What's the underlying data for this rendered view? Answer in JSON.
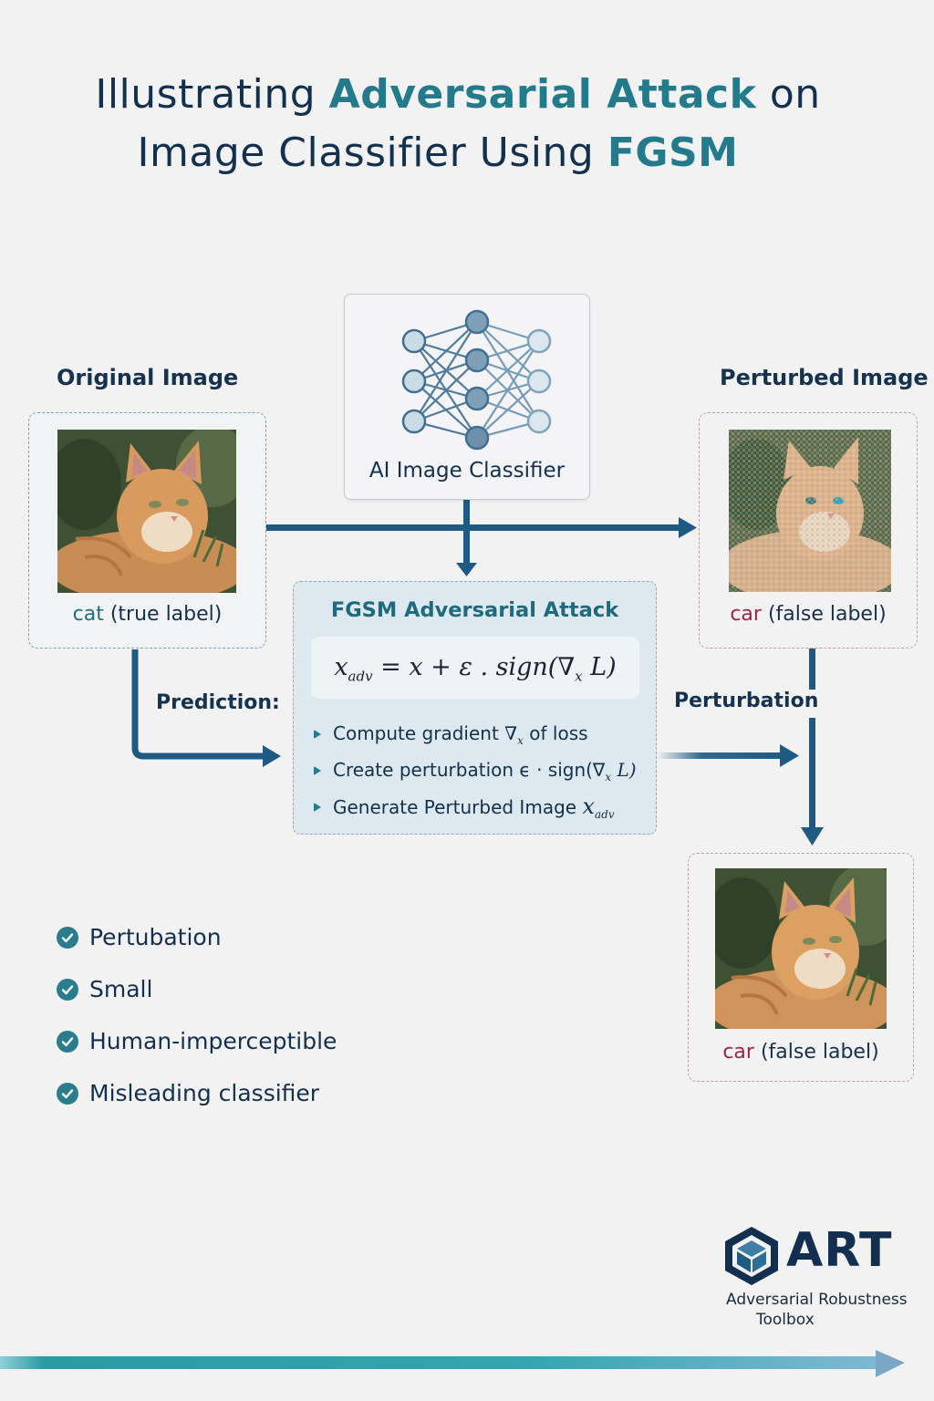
{
  "title": {
    "line1_part1": "Illustrating ",
    "line1_highlight": "Adversarial Attack",
    "line1_part2": " on",
    "line2_part1": "Image Classifier Using ",
    "line2_highlight": "FGSM"
  },
  "original": {
    "heading": "Original Image",
    "label_class": "cat",
    "label_suffix": " (true label)"
  },
  "classifier": {
    "label": "AI Image Classifier",
    "icon": "neural-network-icon"
  },
  "perturbed": {
    "heading": "Perturbed Image",
    "label_class": "car",
    "label_suffix": " (false label)"
  },
  "result": {
    "label_class": "car",
    "label_suffix": " (false label)"
  },
  "fgsm": {
    "title": "FGSM Adversarial Attack",
    "formula": {
      "lhs": "x",
      "lhs_sub": "adv",
      "rhs_pre": " = x + ε . sign(∇",
      "rhs_sub": "x",
      "rhs_post": " L)"
    },
    "steps": [
      {
        "text": "Compute gradient ",
        "math": "∇",
        "sub": "x",
        "tail": " of loss"
      },
      {
        "text": "Create perturbation ",
        "math": "ϵ · sign(∇",
        "sub": "x",
        "tail": " L)"
      },
      {
        "text": "Generate Perturbed Image ",
        "math": "x",
        "sub": "adv",
        "tail": ""
      }
    ]
  },
  "arrows": {
    "prediction_label": "Prediction:",
    "perturbation_label": "Perturbation"
  },
  "checklist": [
    "Pertubation",
    "Small",
    "Human-imperceptible",
    "Misleading classifier"
  ],
  "logo": {
    "name": "ART",
    "subtitle_line1": "Adversarial Robustness",
    "subtitle_line2": "Toolbox",
    "icon": "hexagon-cube-icon"
  },
  "colors": {
    "navy": "#13304e",
    "teal_accent": "#237a8a",
    "arrow": "#1f5a82",
    "false_label": "#9e2444",
    "background": "#f3f2f3"
  }
}
